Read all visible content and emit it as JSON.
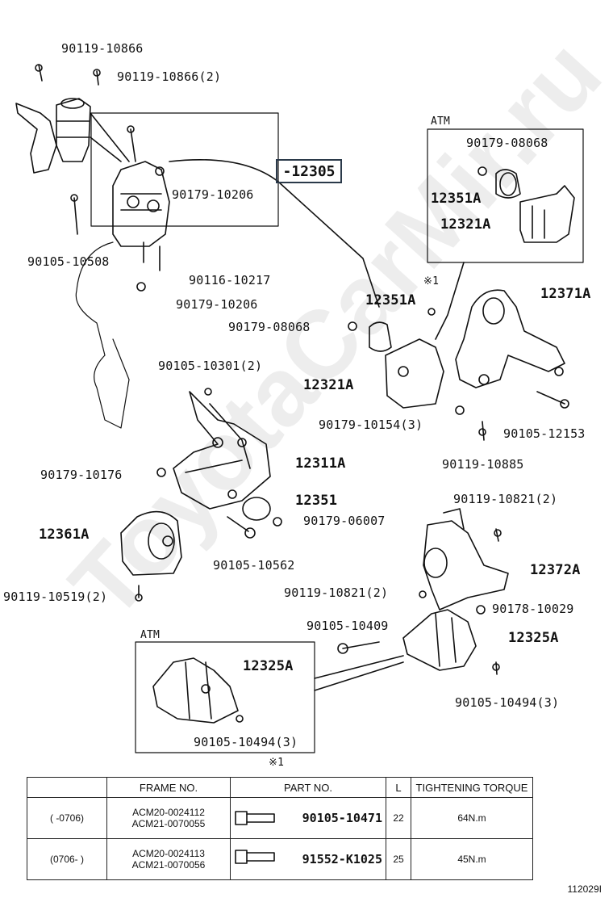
{
  "labels": {
    "p1": "90119-10866",
    "p2": "90119-10866(2)",
    "p3": "90179-10206",
    "p4": "90105-10508",
    "p5": "90116-10217",
    "p6": "90179-10206",
    "p7": "ATM",
    "p8": "90179-08068",
    "p9": "12351A",
    "p10": "12321A",
    "p11": "※1",
    "p12": "12351A",
    "p13": "12371A",
    "p14": "90179-08068",
    "p15": "90105-10301(2)",
    "p16": "12321A",
    "p17": "90179-10154(3)",
    "p18": "90105-12153",
    "p19": "90119-10885",
    "p20": "90179-10176",
    "p21": "12311A",
    "p22": "12351",
    "p23": "90179-06007",
    "p24": "12361A",
    "p25": "90105-10562",
    "p26": "90119-10821(2)",
    "p27": "12372A",
    "p28": "90119-10519(2)",
    "p29": "90119-10821(2)",
    "p30": "90178-10029",
    "p31": "90105-10409",
    "p32": "12325A",
    "p33": "ATM",
    "p34": "12325A",
    "p35": "90105-10494(3)",
    "p36": "90105-10494(3)",
    "p37": "※1"
  },
  "boxed_label": "-12305",
  "watermark": "ToyotaCarMir.ru",
  "diagram_code": "112029I",
  "table": {
    "headers": [
      "",
      "FRAME NO.",
      "PART NO.",
      "L",
      "TIGHTENING TORQUE"
    ],
    "rows": [
      {
        "range": "(      -0706)",
        "frame1": "ACM20-0024112",
        "frame2": "ACM21-0070055",
        "part": "90105-10471",
        "l": "22",
        "torque": "64N.m"
      },
      {
        "range": "(0706-      )",
        "frame1": "ACM20-0024113",
        "frame2": "ACM21-0070056",
        "part": "91552-K1025",
        "l": "25",
        "torque": "45N.m"
      }
    ]
  }
}
